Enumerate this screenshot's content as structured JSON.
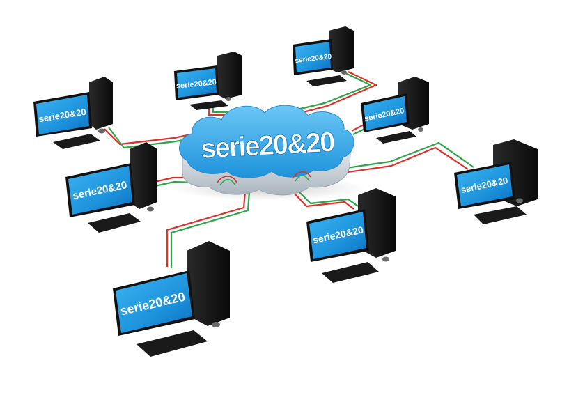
{
  "brand": {
    "label": "serie20&20"
  },
  "colors": {
    "screen": "#1f9fe3",
    "screen_dark": "#0b5fa8",
    "cloud_top": "#3fb0ee",
    "cloud_side": "#c9d2d9",
    "link_red": "#e0302a",
    "link_green": "#2fa44a",
    "case": "#141414"
  },
  "nodes": [
    {
      "id": "pc-top-center",
      "label": "serie20&20"
    },
    {
      "id": "pc-top-right",
      "label": "serie20&20"
    },
    {
      "id": "pc-top-left",
      "label": "serie20&20"
    },
    {
      "id": "pc-right-upper",
      "label": "serie20&20"
    },
    {
      "id": "pc-left-middle",
      "label": "serie20&20"
    },
    {
      "id": "pc-right-middle",
      "label": "serie20&20"
    },
    {
      "id": "pc-center-lower",
      "label": "serie20&20"
    },
    {
      "id": "pc-bottom-left",
      "label": "serie20&20"
    }
  ]
}
